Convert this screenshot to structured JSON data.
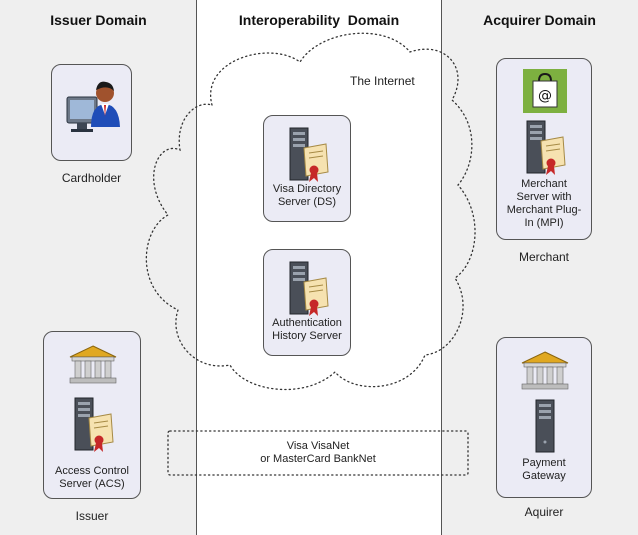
{
  "domains": {
    "issuer": "Issuer Domain",
    "interop": "Interoperability  Domain",
    "acquirer": "Acquirer Domain"
  },
  "cloud_label": "The Internet",
  "network_label_1": "Visa VisaNet",
  "network_label_2": "or MasterCard BankNet",
  "cardholder": {
    "label": "Cardholder",
    "icon": "user-at-computer-icon"
  },
  "issuer": {
    "card_line1": "Access Control",
    "card_line2": "Server (ACS)",
    "label": "Issuer",
    "icons": [
      "bank-building-icon",
      "server-certificate-icon"
    ]
  },
  "directory": {
    "line1": "Visa Directory",
    "line2": "Server (DS)",
    "icon": "server-certificate-icon"
  },
  "history": {
    "line1": "Authentication",
    "line2": "History Server",
    "icon": "server-certificate-icon"
  },
  "merchant": {
    "line1": "Merchant",
    "line2": "Server with",
    "line3": "Merchant Plug-",
    "line4": "In (MPI)",
    "label": "Merchant",
    "icons": [
      "shopping-bag-icon",
      "server-certificate-icon"
    ]
  },
  "acquirer": {
    "line1": "Payment",
    "line2": "Gateway",
    "label": "Aquirer",
    "icons": [
      "bank-building-icon",
      "server-icon"
    ]
  },
  "colors": {
    "panel": "#efefef",
    "card": "#ebebf5",
    "bag_green": "#7db040",
    "bank_gold": "#e0a821"
  }
}
